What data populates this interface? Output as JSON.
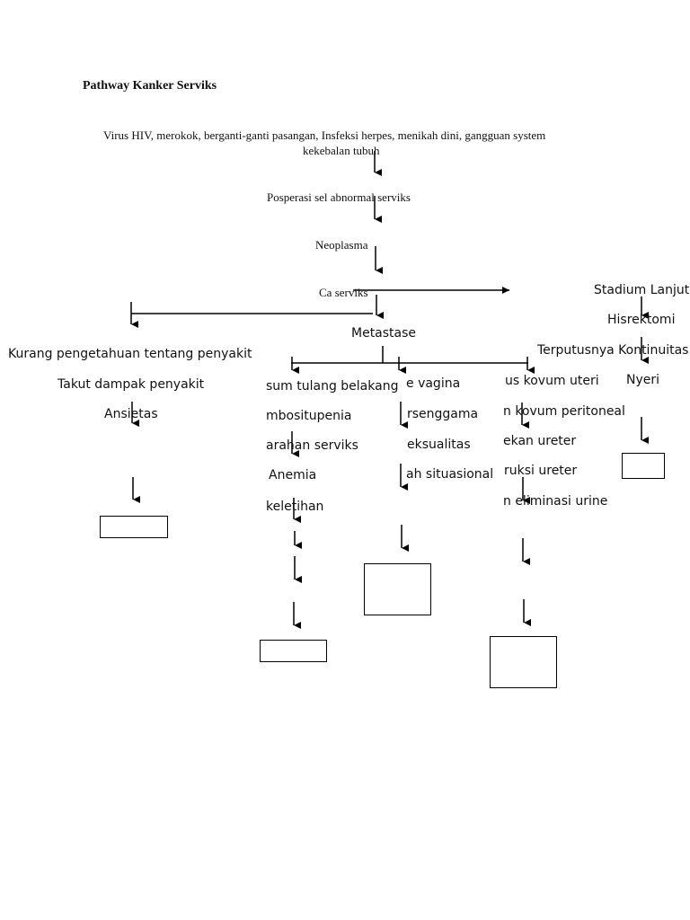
{
  "title": "Pathway Kanker Serviks",
  "causes": {
    "line1": "Virus HIV, merokok, berganti-ganti pasangan, Insfeksi herpes, menikah dini, gangguan system",
    "line2": "kekebalan tubuh"
  },
  "main_chain": [
    "Posperasi sel abnormal serviks",
    "Neoplasma",
    "Ca serviks",
    "Metastase"
  ],
  "left_branch": [
    "Kurang pengetahuan tentang penyakit",
    "Takut dampak penyakit",
    "Ansietas"
  ],
  "right_branch": [
    "Stadium Lanjut",
    "Hisrektomi",
    "Terputusnya Kontinuitas",
    "Nyeri"
  ],
  "metastase_branches": {
    "col1": [
      "sum tulang belakang",
      "mbositupenia",
      "arahan serviks",
      "Anemia",
      "keletihan"
    ],
    "col2": [
      "e vagina",
      "rsenggama",
      "eksualitas",
      "ah situasional"
    ],
    "col3": [
      "us kovum uteri",
      "n kovum peritoneal",
      "ekan ureter",
      "ruksi ureter",
      "n eliminasi urine"
    ]
  }
}
